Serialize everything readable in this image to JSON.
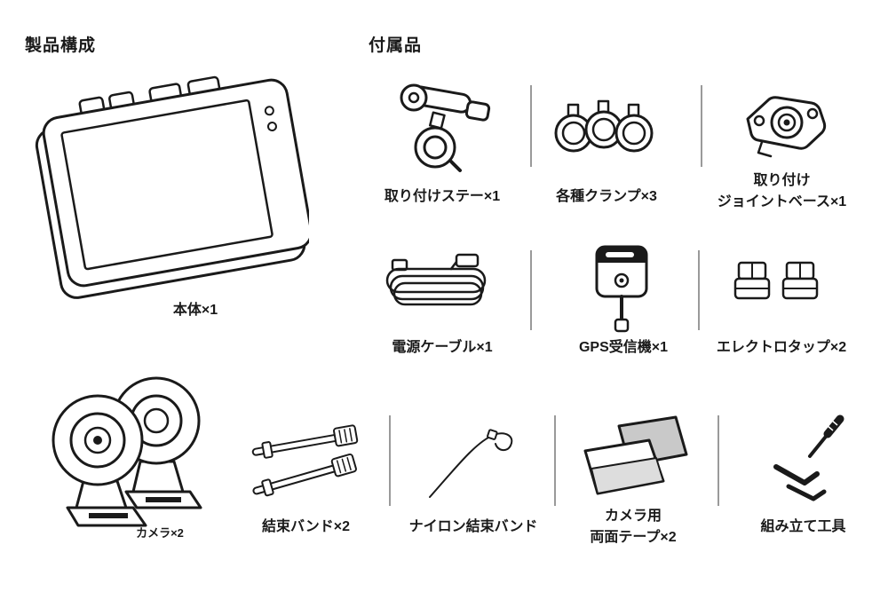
{
  "page": {
    "background": "#ffffff",
    "ink_color": "#1a1a1a",
    "divider_color": "#9a9a9a"
  },
  "product_section": {
    "title": "製品構成",
    "main_unit": {
      "label": "本体×1",
      "icon": "monitor-unit-illustration"
    },
    "cameras": {
      "label": "カメラ×2",
      "icon": "camera-pair-illustration"
    }
  },
  "accessories_section": {
    "title": "付属品",
    "rows": [
      {
        "items": [
          {
            "label": "取り付けステー×1",
            "icon": "mounting-stay-icon"
          },
          {
            "label": "各種クランプ×3",
            "icon": "clamps-icon"
          },
          {
            "label": "取り付け\nジョイントベース×1",
            "icon": "joint-base-icon"
          }
        ]
      },
      {
        "items": [
          {
            "label": "電源ケーブル×1",
            "icon": "power-cable-icon"
          },
          {
            "label": "GPS受信機×1",
            "icon": "gps-receiver-icon"
          },
          {
            "label": "エレクトロタップ×2",
            "icon": "electro-tap-icon"
          }
        ]
      },
      {
        "items": [
          {
            "label": "結束バンド×2",
            "icon": "hook-strap-icon"
          },
          {
            "label": "ナイロン結束バンド",
            "icon": "nylon-cable-tie-icon"
          },
          {
            "label": "カメラ用\n両面テープ×2",
            "icon": "double-sided-tape-icon"
          },
          {
            "label": "組み立て工具",
            "icon": "assembly-tools-icon"
          }
        ]
      }
    ]
  }
}
